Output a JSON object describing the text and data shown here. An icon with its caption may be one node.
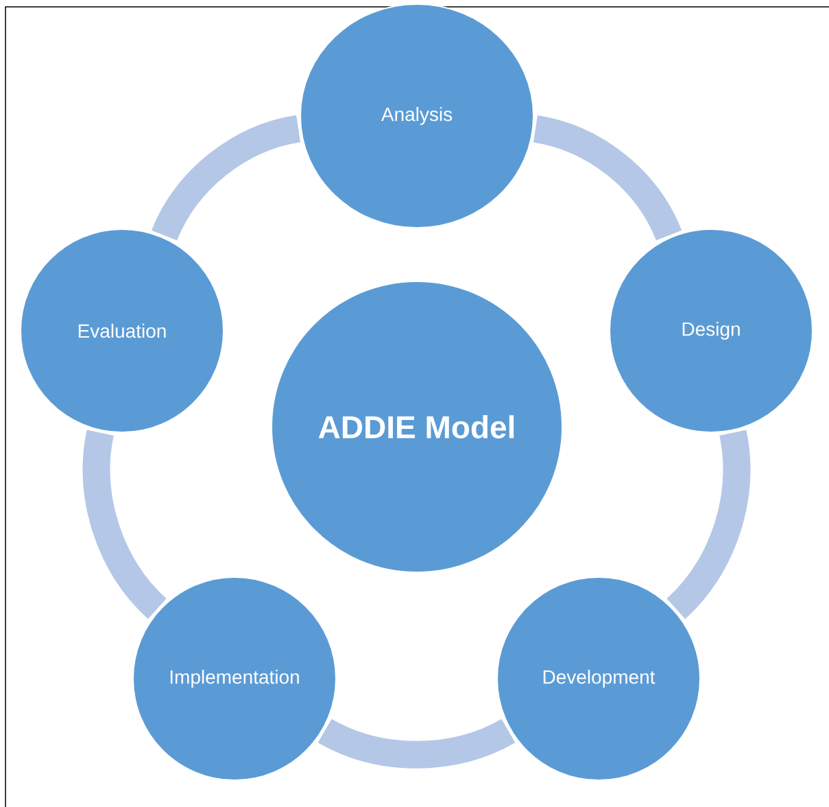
{
  "diagram": {
    "nodes": [
      {
        "text": [
          "Analysis"
        ]
      },
      {
        "text": [
          "Design"
        ]
      },
      {
        "text": [
          "Development"
        ]
      },
      {
        "text": [
          "Implementation"
        ]
      },
      {
        "text": [
          "Evaluation"
        ]
      },
      {
        "text": [
          "ADDIE Model"
        ]
      }
    ],
    "edges": [
      {
        "from": 0,
        "to": 1,
        "arrow": "none"
      },
      {
        "from": 1,
        "to": 2,
        "arrow": "none"
      },
      {
        "from": 2,
        "to": 3,
        "arrow": "none"
      },
      {
        "from": 3,
        "to": 4,
        "arrow": "none"
      },
      {
        "from": 4,
        "to": 0,
        "arrow": "none"
      }
    ]
  }
}
